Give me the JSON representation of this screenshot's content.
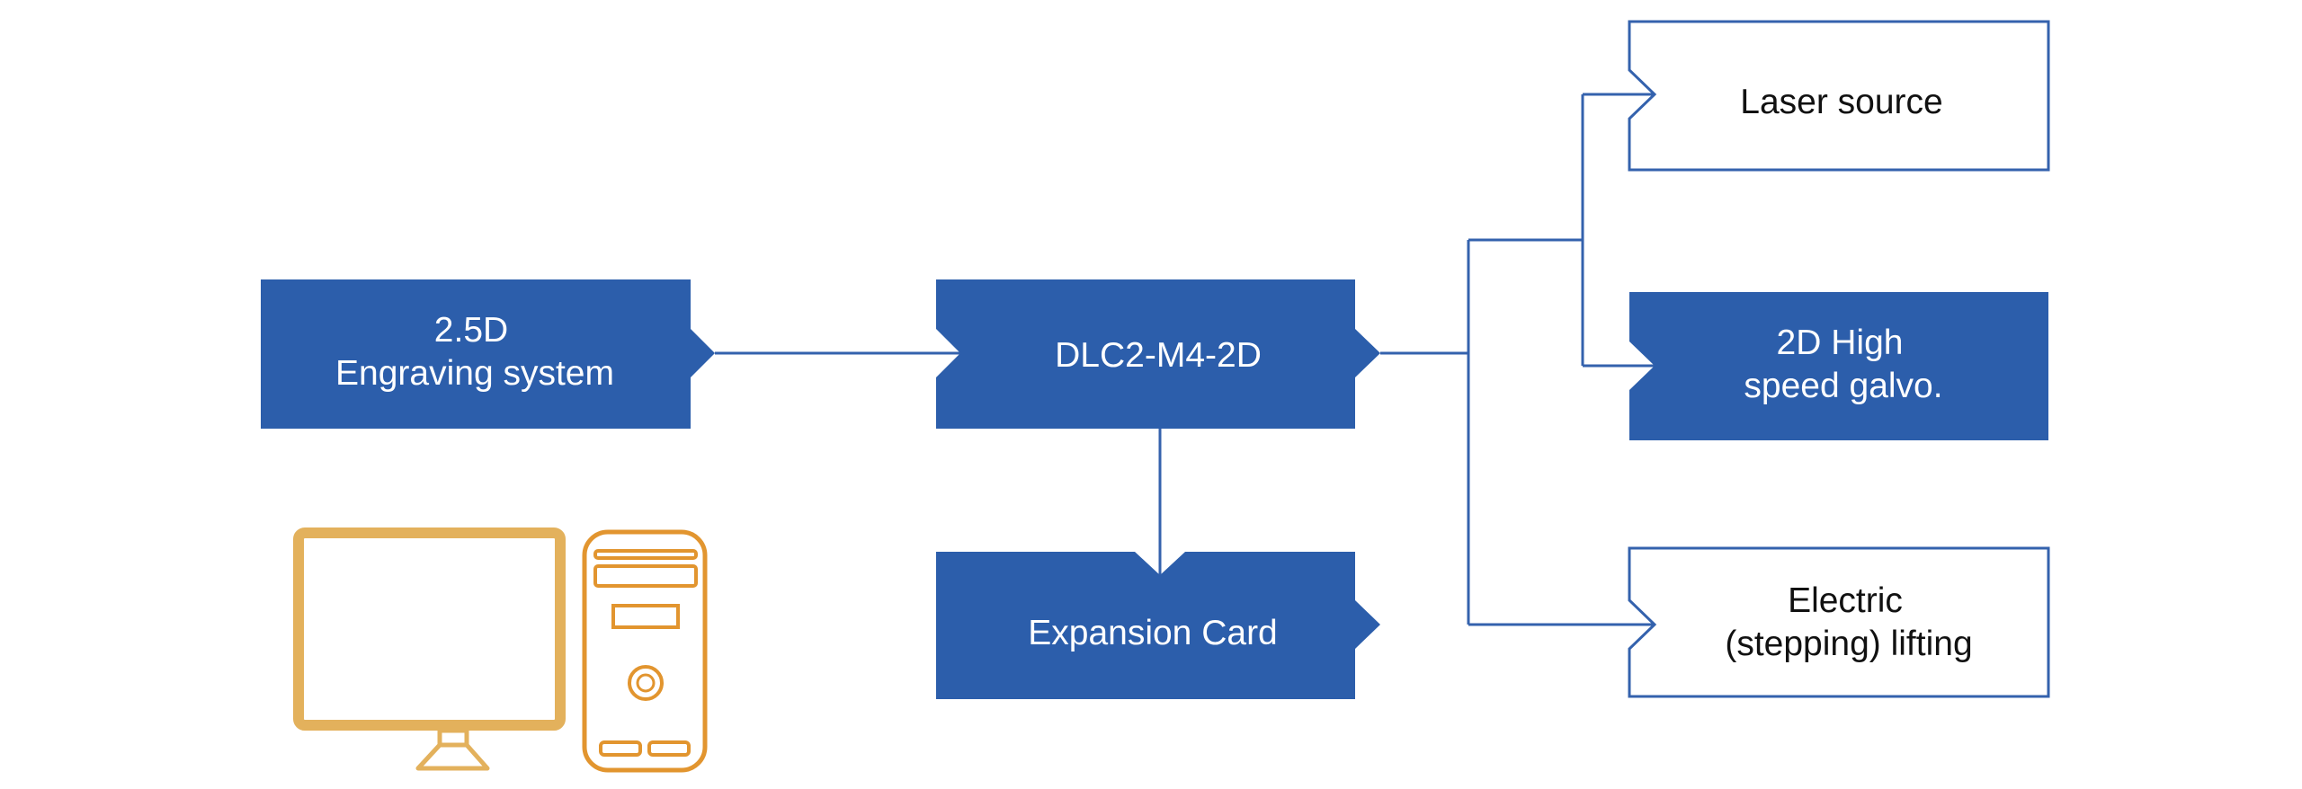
{
  "colors": {
    "primary_blue": "#2c5eab",
    "line_blue": "#3462ad",
    "white": "#ffffff",
    "text_dark": "#111111",
    "computer_gold": "#e3b15c",
    "computer_orange": "#e2952f"
  },
  "nodes": {
    "engraving_system": {
      "line1": "2.5D",
      "line2": "Engraving system"
    },
    "controller": {
      "label": "DLC2-M4-2D"
    },
    "expansion_card": {
      "label": "Expansion Card"
    },
    "laser_source": {
      "label": "Laser source"
    },
    "galvo": {
      "line1": "2D High",
      "line2": "speed galvo."
    },
    "lifting": {
      "line1": "Electric",
      "line2": "(stepping) lifting"
    }
  },
  "icons": {
    "computer": "desktop-computer-icon"
  }
}
